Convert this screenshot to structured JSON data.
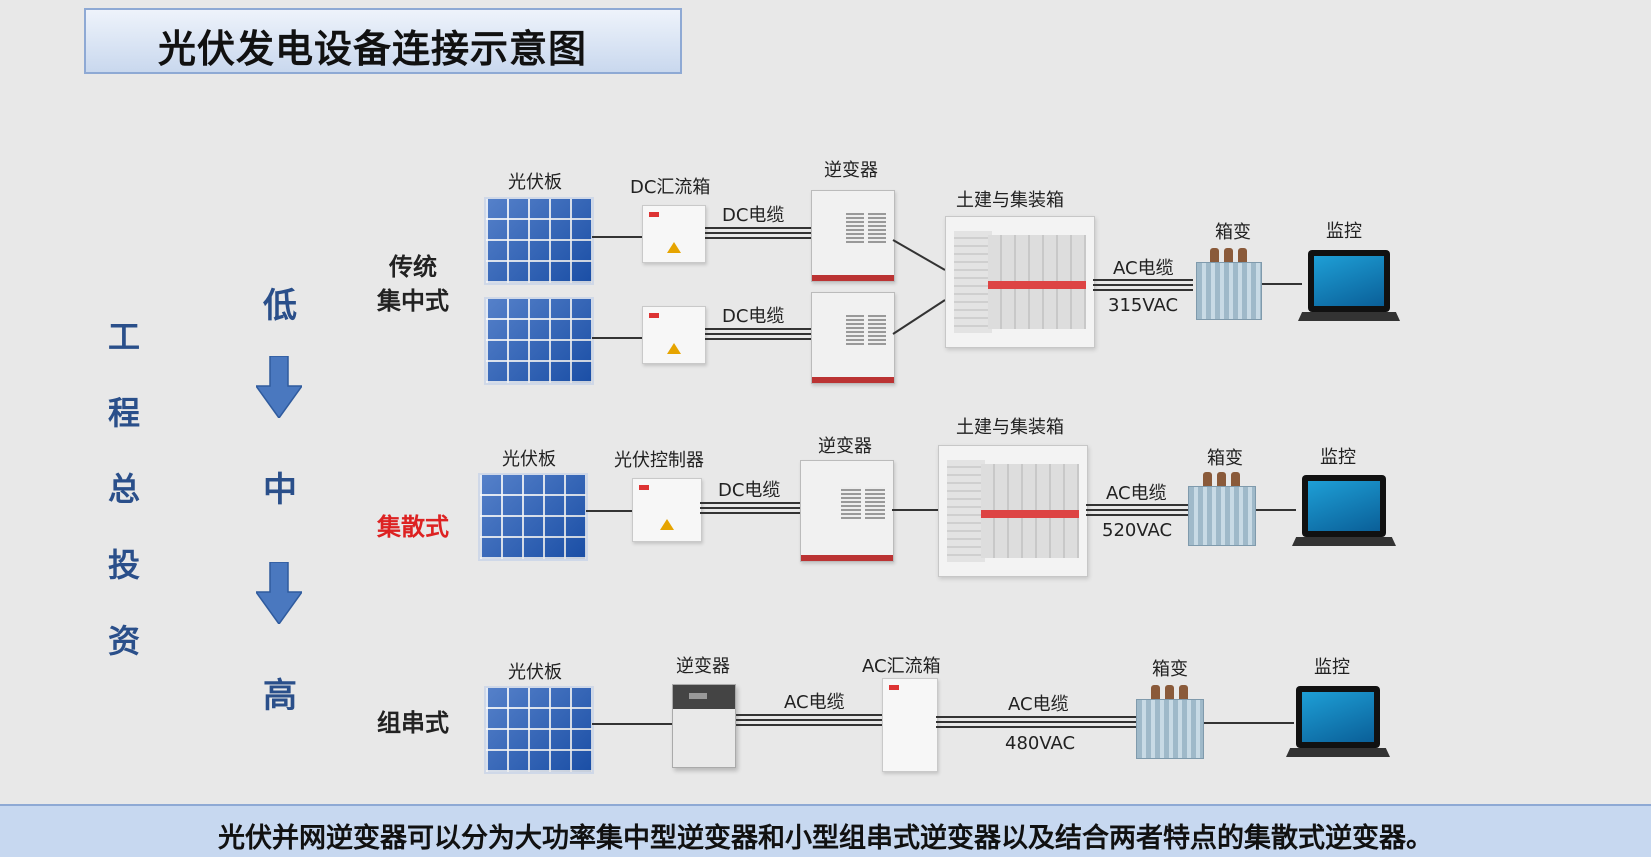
{
  "title": "光伏发电设备连接示意图",
  "vertical_label": [
    "工",
    "程",
    "总",
    "投",
    "资"
  ],
  "levels": {
    "low": "低",
    "mid": "中",
    "high": "高"
  },
  "rows": {
    "central": {
      "name_line1": "传统",
      "name_line2": "集中式",
      "pv_label": "光伏板",
      "combiner_label": "DC汇流箱",
      "cable1_label": "DC电缆",
      "cable2_label": "DC电缆",
      "inverter_label": "逆变器",
      "container_label": "土建与集装箱",
      "ac_label": "AC电缆",
      "voltage": "315VAC",
      "xfmr_label": "箱变",
      "monitor_label": "监控"
    },
    "distributed": {
      "name": "集散式",
      "name_color": "#d22222",
      "pv_label": "光伏板",
      "controller_label": "光伏控制器",
      "cable_label": "DC电缆",
      "inverter_label": "逆变器",
      "container_label": "土建与集装箱",
      "ac_label": "AC电缆",
      "voltage": "520VAC",
      "xfmr_label": "箱变",
      "monitor_label": "监控"
    },
    "string": {
      "name": "组串式",
      "pv_label": "光伏板",
      "inverter_label": "逆变器",
      "cable1_label": "AC电缆",
      "combiner_label": "AC汇流箱",
      "cable2_label": "AC电缆",
      "voltage": "480VAC",
      "xfmr_label": "箱变",
      "monitor_label": "监控"
    }
  },
  "footer": "光伏并网逆变器可以分为大功率集中型逆变器和小型组串式逆变器以及结合两者特点的集散式逆变器。",
  "colors": {
    "accent_blue": "#2a4f8a",
    "panel_blue": "#1d57b8",
    "highlight_red": "#d22222"
  }
}
